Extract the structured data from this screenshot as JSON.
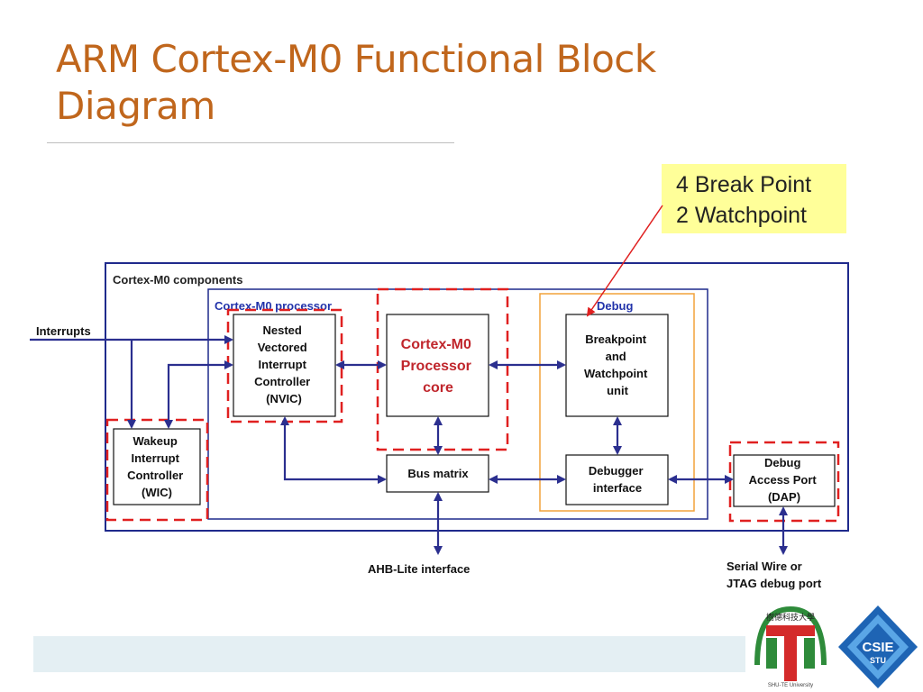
{
  "title": "ARM Cortex-M0 Functional Block Diagram",
  "title_lines": [
    "ARM Cortex-M0 Functional Block",
    "Diagram"
  ],
  "callout": {
    "line1": "4 Break Point",
    "line2": "2 Watchpoint"
  },
  "diagram": {
    "components_label": "Cortex-M0 components",
    "processor_label": "Cortex-M0 processor",
    "debug_label": "Debug",
    "interrupts_label": "Interrupts",
    "nvic": [
      "Nested",
      "Vectored",
      "Interrupt",
      "Controller",
      "(NVIC)"
    ],
    "core": [
      "Cortex-M0",
      "Processor",
      "core"
    ],
    "bpw": [
      "Breakpoint",
      "and",
      "Watchpoint",
      "unit"
    ],
    "wic": [
      "Wakeup",
      "Interrupt",
      "Controller",
      "(WIC)"
    ],
    "bus_matrix": "Bus matrix",
    "debugger": [
      "Debugger",
      "interface"
    ],
    "dap": [
      "Debug",
      "Access Port",
      "(DAP)"
    ],
    "ahb": "AHB-Lite interface",
    "serial": [
      "Serial Wire or",
      "JTAG debug port"
    ]
  },
  "logos": {
    "university_text": "樹德科技大學",
    "university_side": "SHU-TE University",
    "csie_text": "CSIE",
    "csie_sub": "STU"
  },
  "colors": {
    "title": "#C0661C",
    "navy": "#1F2A8C",
    "core_text": "#C0262C",
    "dashed_red": "#E02020",
    "debug_orange": "#F2A23A",
    "callout_bg": "#FFFF99",
    "footer_band": "#E4EFF3"
  }
}
